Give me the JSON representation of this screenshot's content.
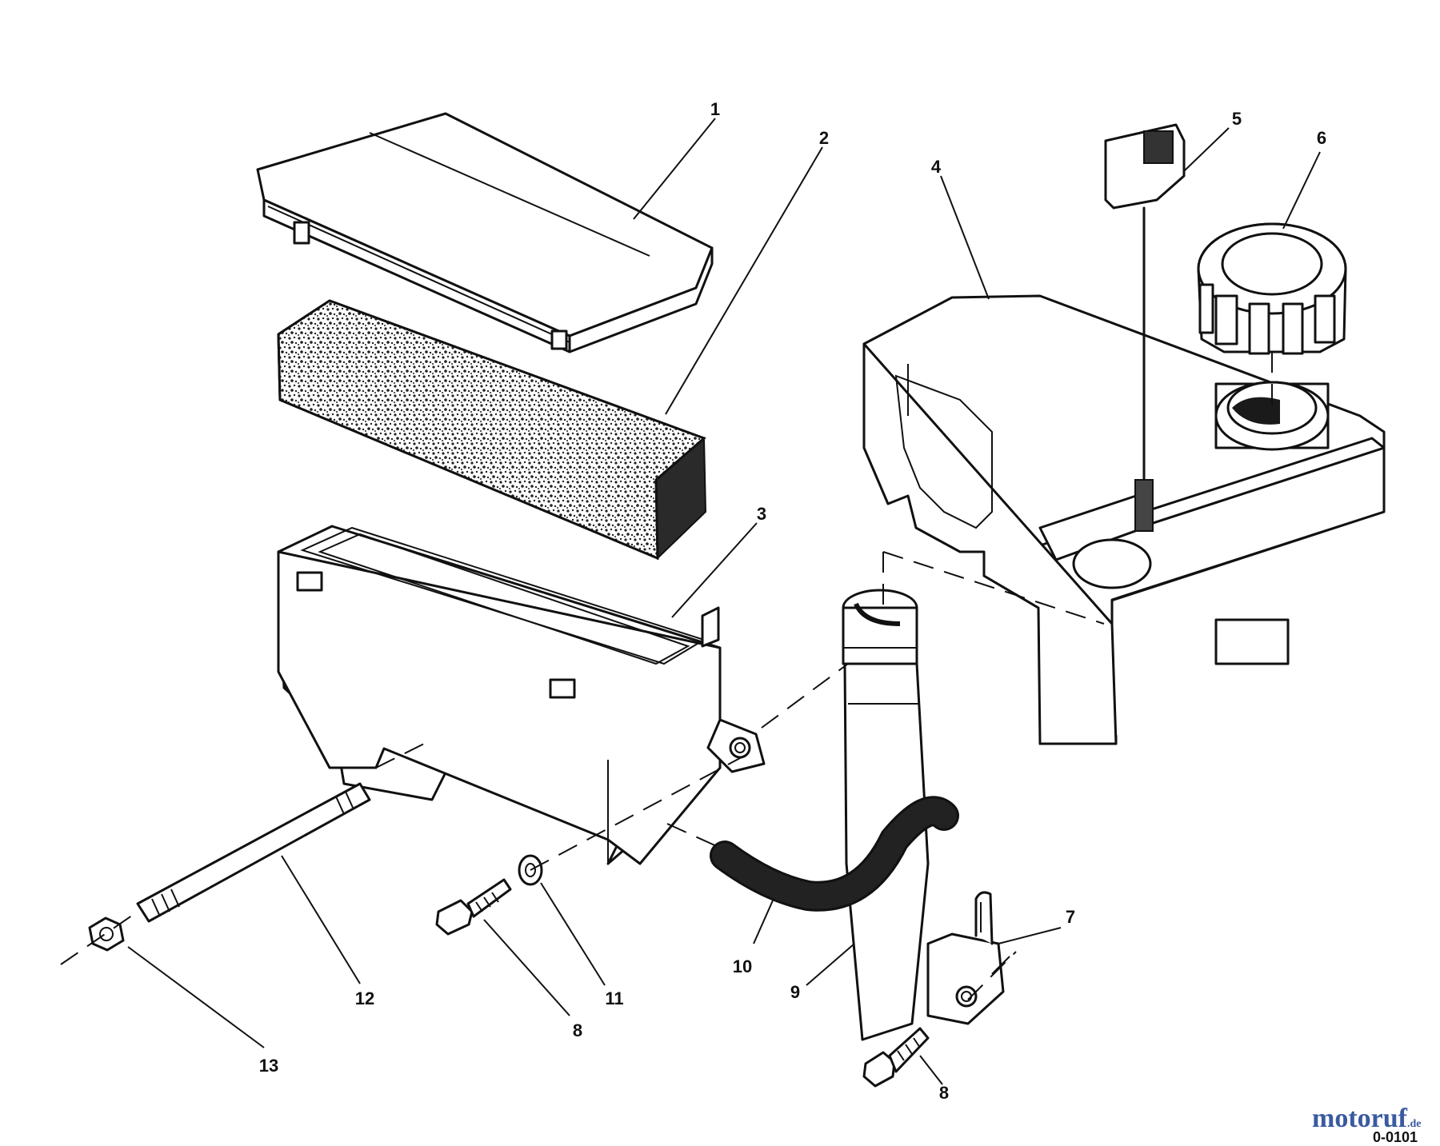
{
  "callouts": [
    "1",
    "2",
    "3",
    "4",
    "5",
    "6",
    "7",
    "8",
    "9",
    "10",
    "11",
    "12",
    "13",
    "8"
  ],
  "watermark": {
    "text_main": "motoruf",
    "text_tld": ".de"
  },
  "reference_code": "0-0101"
}
